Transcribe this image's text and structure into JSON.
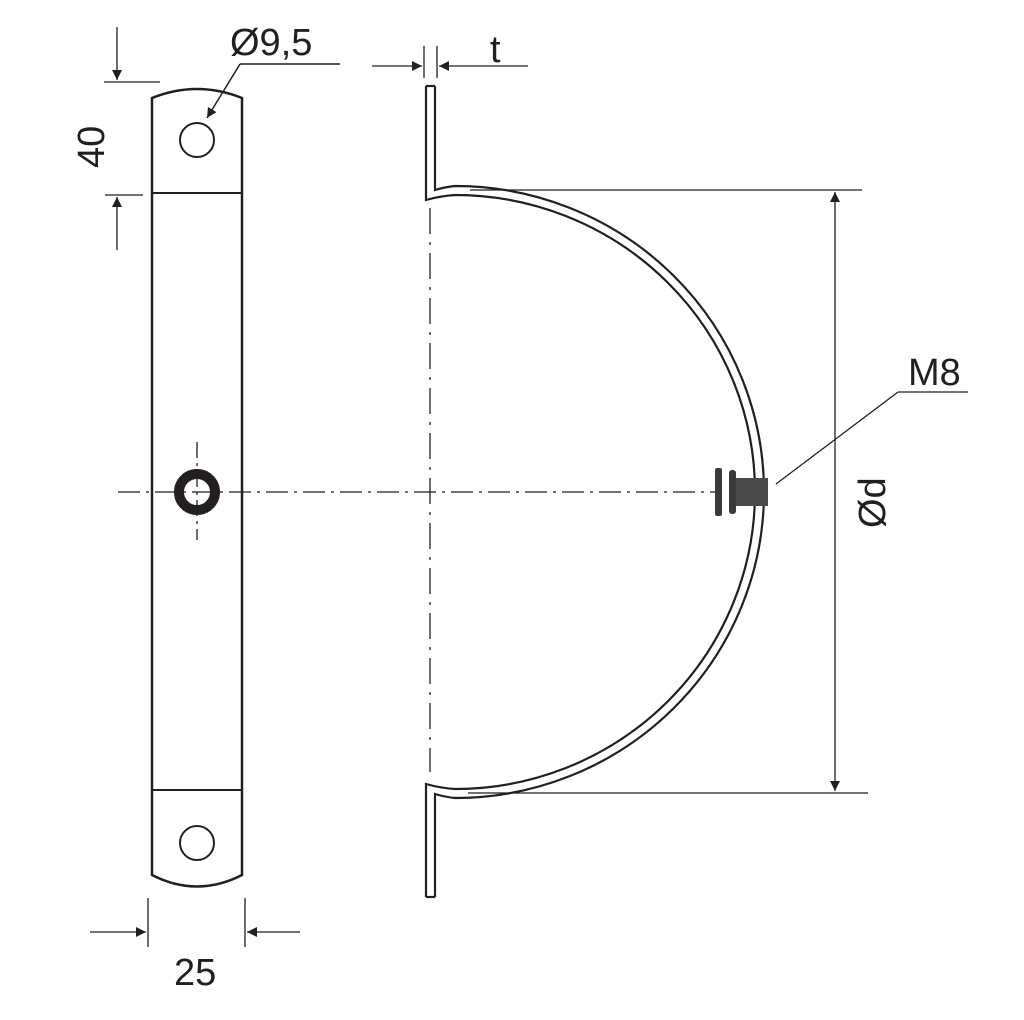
{
  "diagram": {
    "type": "technical-drawing",
    "subject": "half pipe clamp with M8 weld nut",
    "colors": {
      "line": "#231f20",
      "background": "#ffffff",
      "nut": "#4a4a4a"
    },
    "views": {
      "front_view": {
        "labels": {
          "hole_diameter": "Ø9,5",
          "tab_length": "40",
          "strap_width": "25"
        }
      },
      "side_view": {
        "labels": {
          "thickness": "t",
          "nut_thread": "M8",
          "pipe_diameter": "Ød"
        }
      }
    }
  }
}
